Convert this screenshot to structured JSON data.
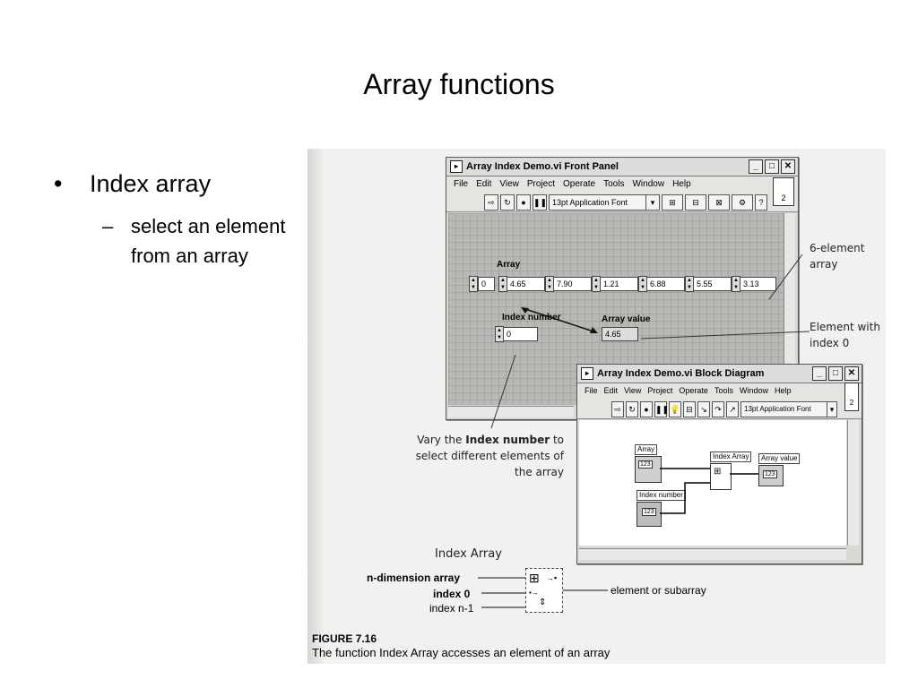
{
  "slide": {
    "title": "Array functions",
    "bullet1": "Index array",
    "bullet2": "select an element from an array"
  },
  "front_panel": {
    "title": "Array Index Demo.vi Front Panel",
    "menus": [
      "File",
      "Edit",
      "View",
      "Project",
      "Operate",
      "Tools",
      "Window",
      "Help"
    ],
    "font_select": "13pt Application Font",
    "array_label": "Array",
    "array_index": "0",
    "array_values": [
      "4.65",
      "7.90",
      "1.21",
      "6.88",
      "5.55",
      "3.13"
    ],
    "index_label": "Index number",
    "index_value": "0",
    "value_label": "Array value",
    "value_value": "4.65",
    "panel_num": "2"
  },
  "block_diagram": {
    "title": "Array Index Demo.vi Block Diagram",
    "menus": [
      "File",
      "Edit",
      "View",
      "Project",
      "Operate",
      "Tools",
      "Window",
      "Help"
    ],
    "font_select": "13pt Application Font",
    "node_array": "Array",
    "node_index_array": "Index Array",
    "node_array_value": "Array value",
    "node_index_number": "Index number",
    "terminal_text": "123",
    "panel_num": "2"
  },
  "annotations": {
    "six_element": "6-element array",
    "element_index": "Element with index 0",
    "vary_1": "Vary the",
    "vary_bold": "Index number",
    "vary_2": "to select different elements of the array"
  },
  "function_diagram": {
    "title": "Index Array",
    "input1": "n-dimension array",
    "input2": "index 0",
    "input3": "index n-1",
    "output": "element or subarray"
  },
  "caption": {
    "label": "FIGURE 7.16",
    "text": "The function Index Array accesses an element of an array"
  }
}
